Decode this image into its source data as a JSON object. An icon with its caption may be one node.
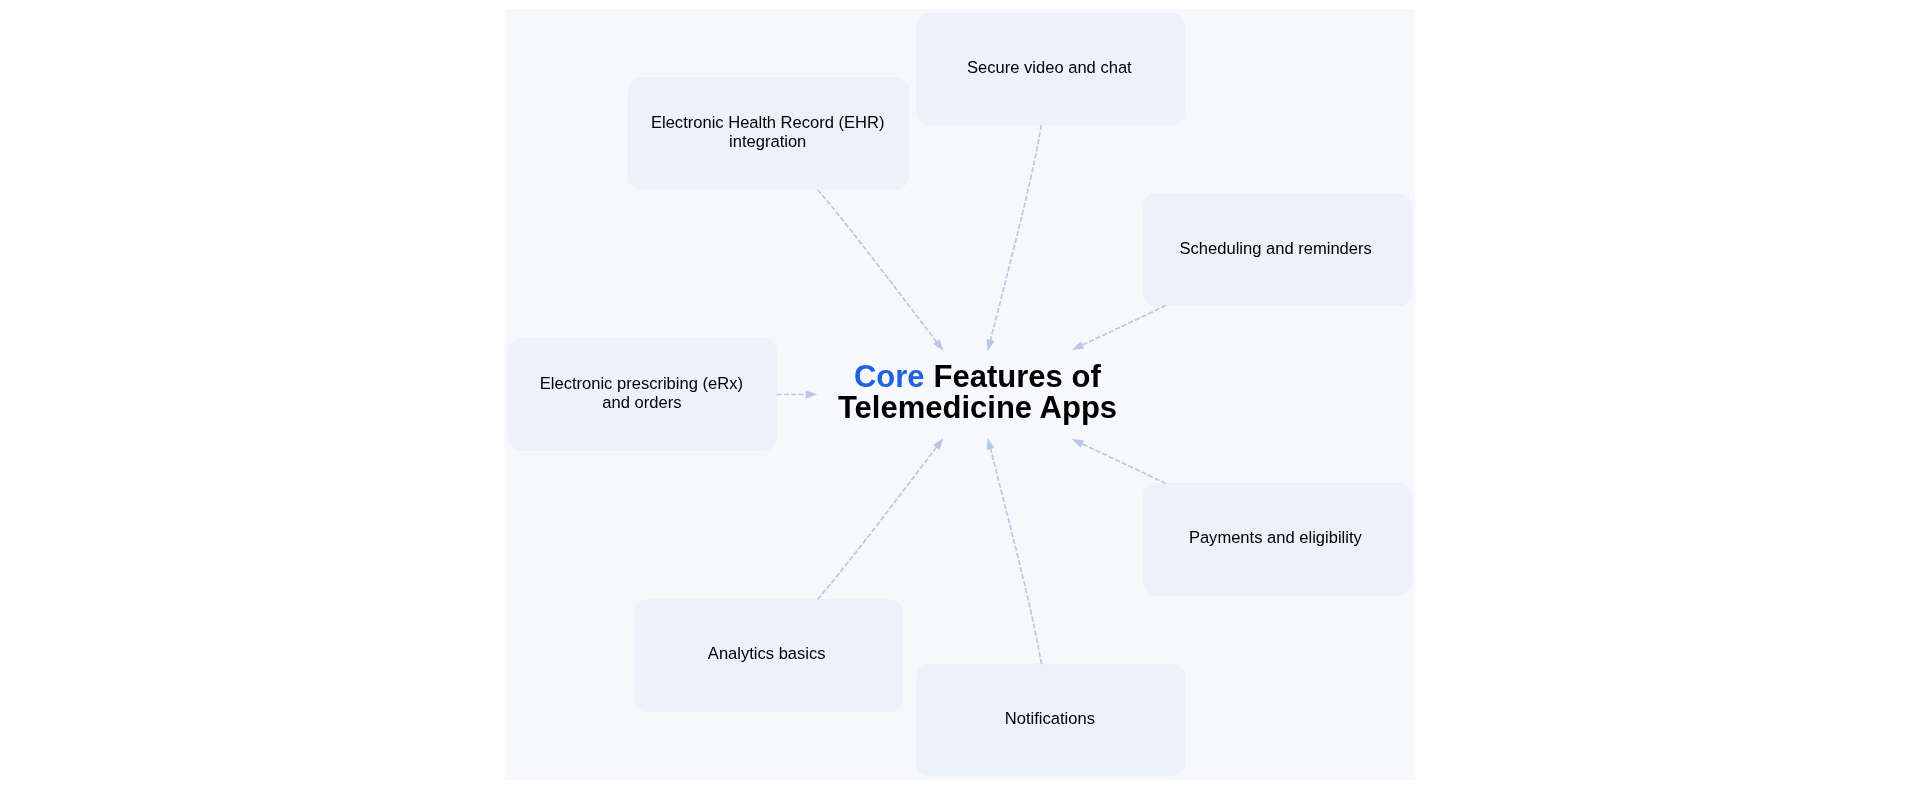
{
  "diagram": {
    "nodes": [
      {
        "text": [
          "Core Features of Telemedicine Apps"
        ]
      },
      {
        "text": [
          "Scheduling and reminders"
        ]
      },
      {
        "text": [
          "Secure video and chat"
        ]
      },
      {
        "text": [
          "Electronic Health Record (EHR) integration"
        ]
      },
      {
        "text": [
          "Electronic prescribing (eRx) and orders"
        ]
      },
      {
        "text": [
          "Analytics basics"
        ]
      },
      {
        "text": [
          "Notifications"
        ]
      },
      {
        "text": [
          "Payments and eligibility"
        ]
      }
    ],
    "edges": [
      {
        "from": 1,
        "to": 0,
        "arrow": "to",
        "style": "dashed"
      },
      {
        "from": 2,
        "to": 0,
        "arrow": "to",
        "style": "dashed"
      },
      {
        "from": 3,
        "to": 0,
        "arrow": "to",
        "style": "dashed"
      },
      {
        "from": 4,
        "to": 0,
        "arrow": "to",
        "style": "dashed"
      },
      {
        "from": 5,
        "to": 0,
        "arrow": "to",
        "style": "dashed"
      },
      {
        "from": 6,
        "to": 0,
        "arrow": "to",
        "style": "dashed"
      },
      {
        "from": 7,
        "to": 0,
        "arrow": "to",
        "style": "dashed"
      }
    ]
  }
}
